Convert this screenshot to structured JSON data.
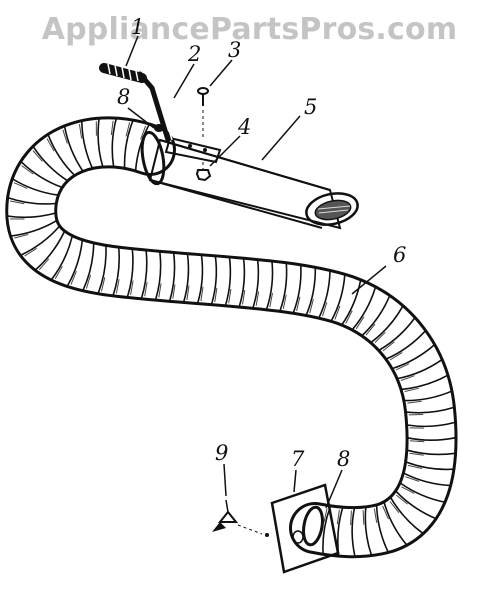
{
  "watermark": {
    "text": "AppliancePartsPros.com",
    "color": "#c4c4c4"
  },
  "diagram": {
    "ink_color": "#111111",
    "callouts": [
      {
        "id": "1",
        "text": "1",
        "part": "handle-grip"
      },
      {
        "id": "2",
        "text": "2",
        "part": "handle-bracket"
      },
      {
        "id": "3",
        "text": "3",
        "part": "screw"
      },
      {
        "id": "4",
        "text": "4",
        "part": "nut"
      },
      {
        "id": "5",
        "text": "5",
        "part": "nozzle-tube"
      },
      {
        "id": "6",
        "text": "6",
        "part": "flexible-hose"
      },
      {
        "id": "7",
        "text": "7",
        "part": "mounting-plate"
      },
      {
        "id": "8a",
        "text": "8",
        "part": "hose-clamp-top"
      },
      {
        "id": "8b",
        "text": "8",
        "part": "hose-clamp-bottom"
      },
      {
        "id": "9",
        "text": "9",
        "part": "wing-screw"
      }
    ]
  }
}
